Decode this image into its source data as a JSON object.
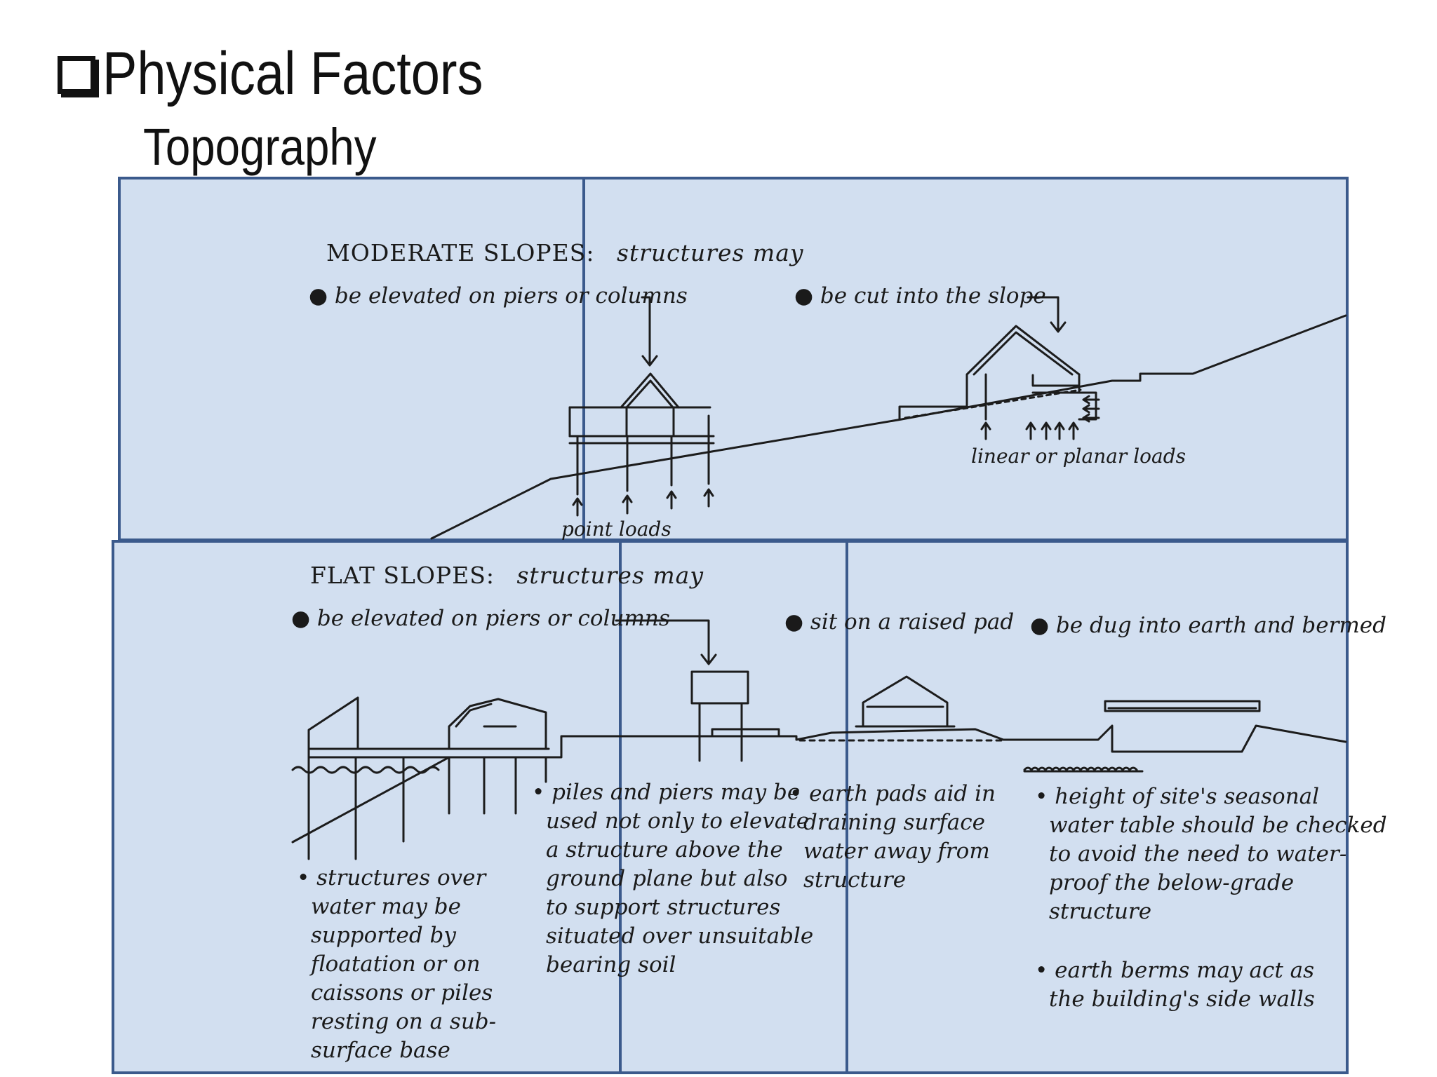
{
  "heading": {
    "title": "Physical Factors",
    "subtitle": "Topography"
  },
  "moderate": {
    "heading": "MODERATE SLOPES:",
    "heading_rest": "structures may",
    "option_piers": "be elevated on piers or columns",
    "option_cut": "be cut into the slope",
    "label_point": "point loads",
    "label_linear": "linear or planar loads"
  },
  "flat": {
    "heading": "FLAT SLOPES:",
    "heading_rest": "structures may",
    "option_piers": "be elevated on piers or columns",
    "option_pad": "sit on a raised pad",
    "option_dug": "be dug into earth and bermed",
    "note_water": [
      "structures over",
      "water may be",
      "supported by",
      "floatation or on",
      "caissons or piles",
      "resting on a sub-",
      "surface base"
    ],
    "note_piles": [
      "piles and piers may be",
      "used not only to elevate",
      "a structure above the",
      "ground plane but also",
      "to support structures",
      "situated over unsuitable",
      "bearing soil"
    ],
    "note_pads": [
      "earth pads aid in",
      "draining surface",
      "water away from",
      "structure"
    ],
    "note_water_table": [
      "height of site's seasonal",
      "water table should be checked",
      "to avoid the need to water-",
      "proof the below-grade",
      "structure"
    ],
    "note_berms": [
      "earth berms may act as",
      "the building's side walls"
    ]
  },
  "colors": {
    "panel_fill": "#d2dff0",
    "panel_border": "#3b5a8c",
    "ink": "#1c1c1c"
  }
}
